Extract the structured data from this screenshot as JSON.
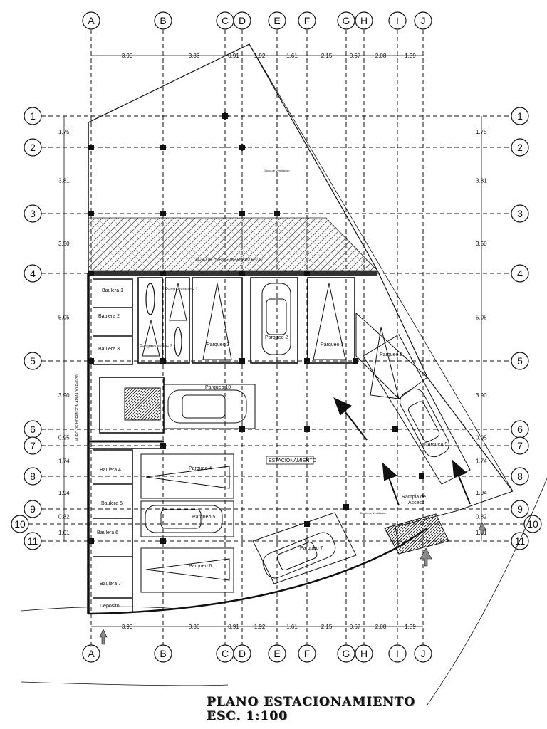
{
  "title": {
    "line1": "PLANO ESTACIONAMIENTO",
    "line2": "ESC. 1:100"
  },
  "grid_columns": [
    "A",
    "B",
    "C",
    "D",
    "E",
    "F",
    "G",
    "H",
    "I",
    "J"
  ],
  "grid_rows": [
    "1",
    "2",
    "3",
    "4",
    "5",
    "6",
    "7",
    "8",
    "9",
    "10",
    "11"
  ],
  "dims_horizontal": [
    "3.90",
    "3.36",
    "0.91",
    "1.92",
    "1.61",
    "2.15",
    "0.67",
    "2.08",
    "1.39"
  ],
  "dims_vertical": [
    "1.75",
    "3.81",
    "3.50",
    "5.05",
    "3.90",
    "0.95",
    "1.74",
    "1.94",
    "0.82",
    "1.01"
  ],
  "rooms": {
    "bauleras": [
      "Baulera 1",
      "Baulera 2",
      "Baulera 3",
      "Baulera 4",
      "Baulera 5",
      "Baulera 6",
      "Baulera 7",
      "Deposito"
    ],
    "parqueos": [
      "Parqueo 1",
      "Parqueo 2",
      "Parqueo 3",
      "Parqueo 4",
      "Parqueo 5",
      "Parqueo 6",
      "Parqueo 7",
      "Parqueo 8",
      "Parqueo 9",
      "Parqueo 10"
    ],
    "motos": [
      "Parqueo motos 1",
      "Parqueo motos 2"
    ]
  },
  "annotations": {
    "estacionamiento": "ESTACIONAMIENTO",
    "rampa_line1": "Rampla de",
    "rampa_line2": "Acceso",
    "muro_h": "MURO DE HORMIGON ARMADO E=0.30",
    "muro_v": "MURO DE HORMIGON ARMADO E=0.30",
    "ducto": "Ducto de Ventilacion",
    "ducto2": "Ducto de Ventilacion"
  },
  "colors": {
    "ink": "#111111",
    "paper": "#ffffff",
    "hatch": "#555555"
  }
}
